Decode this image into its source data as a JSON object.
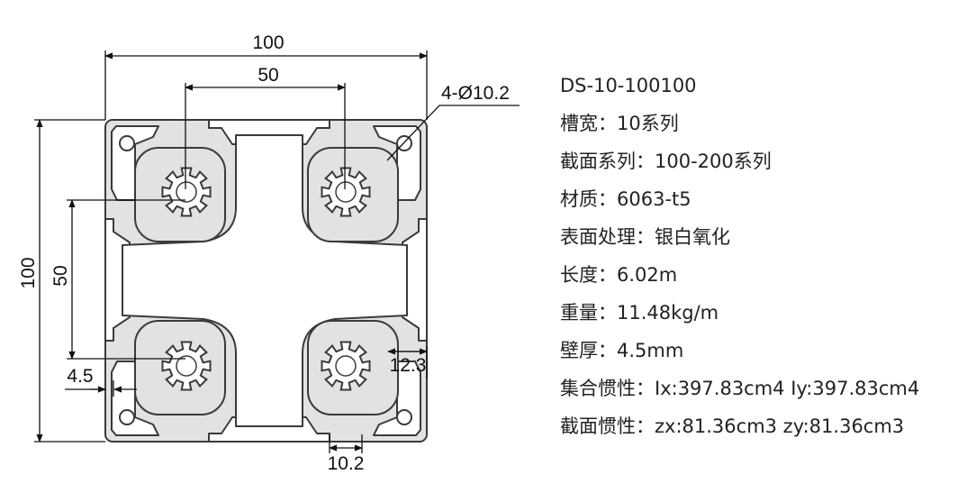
{
  "dimensions": {
    "overall_width": "100",
    "slot_spacing_h": "50",
    "hole_callout": "4-Ø10.2",
    "overall_height": "100",
    "slot_spacing_v": "50",
    "wall": "4.5",
    "lip": "12.3",
    "slot_width": "10.2"
  },
  "specs": {
    "model": "DS-10-100100",
    "slot_width": "槽宽：10系列",
    "series": "截面系列：100-200系列",
    "material": "材质：6063-t5",
    "surface": "表面处理：银白氧化",
    "length": "长度：6.02m",
    "weight": "重量：11.48kg/m",
    "wall_thickness": "壁厚：4.5mm",
    "moment_of_inertia": "集合惯性：Ix:397.83cm4 Iy:397.83cm4",
    "section_modulus": "截面惯性：zx:81.36cm3 zy:81.36cm3"
  }
}
